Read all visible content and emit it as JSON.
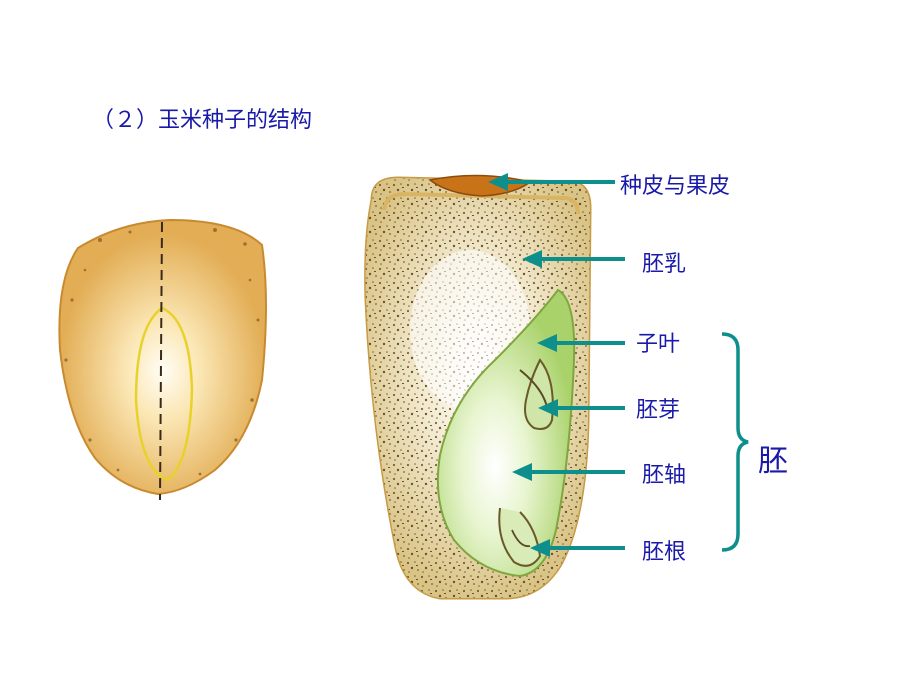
{
  "title": "（２）玉米种子的结构",
  "labels": {
    "seed_coat_pericarp": "种皮与果皮",
    "endosperm": "胚乳",
    "cotyledon": "子叶",
    "plumule": "胚芽",
    "hypocotyl": "胚轴",
    "radicle": "胚根",
    "embryo": "胚"
  },
  "colors": {
    "text": "#1a1aa8",
    "arrow": "#0f8f8c",
    "bracket": "#0f8f8c",
    "kernel_outer": "#e2ad55",
    "kernel_glow": "#fff8e6",
    "embryo_green": "#b8de7c",
    "endosperm_bg": "#e4d49e",
    "hull_edge": "#cda04a",
    "top_cap": "#cc7a1a"
  }
}
